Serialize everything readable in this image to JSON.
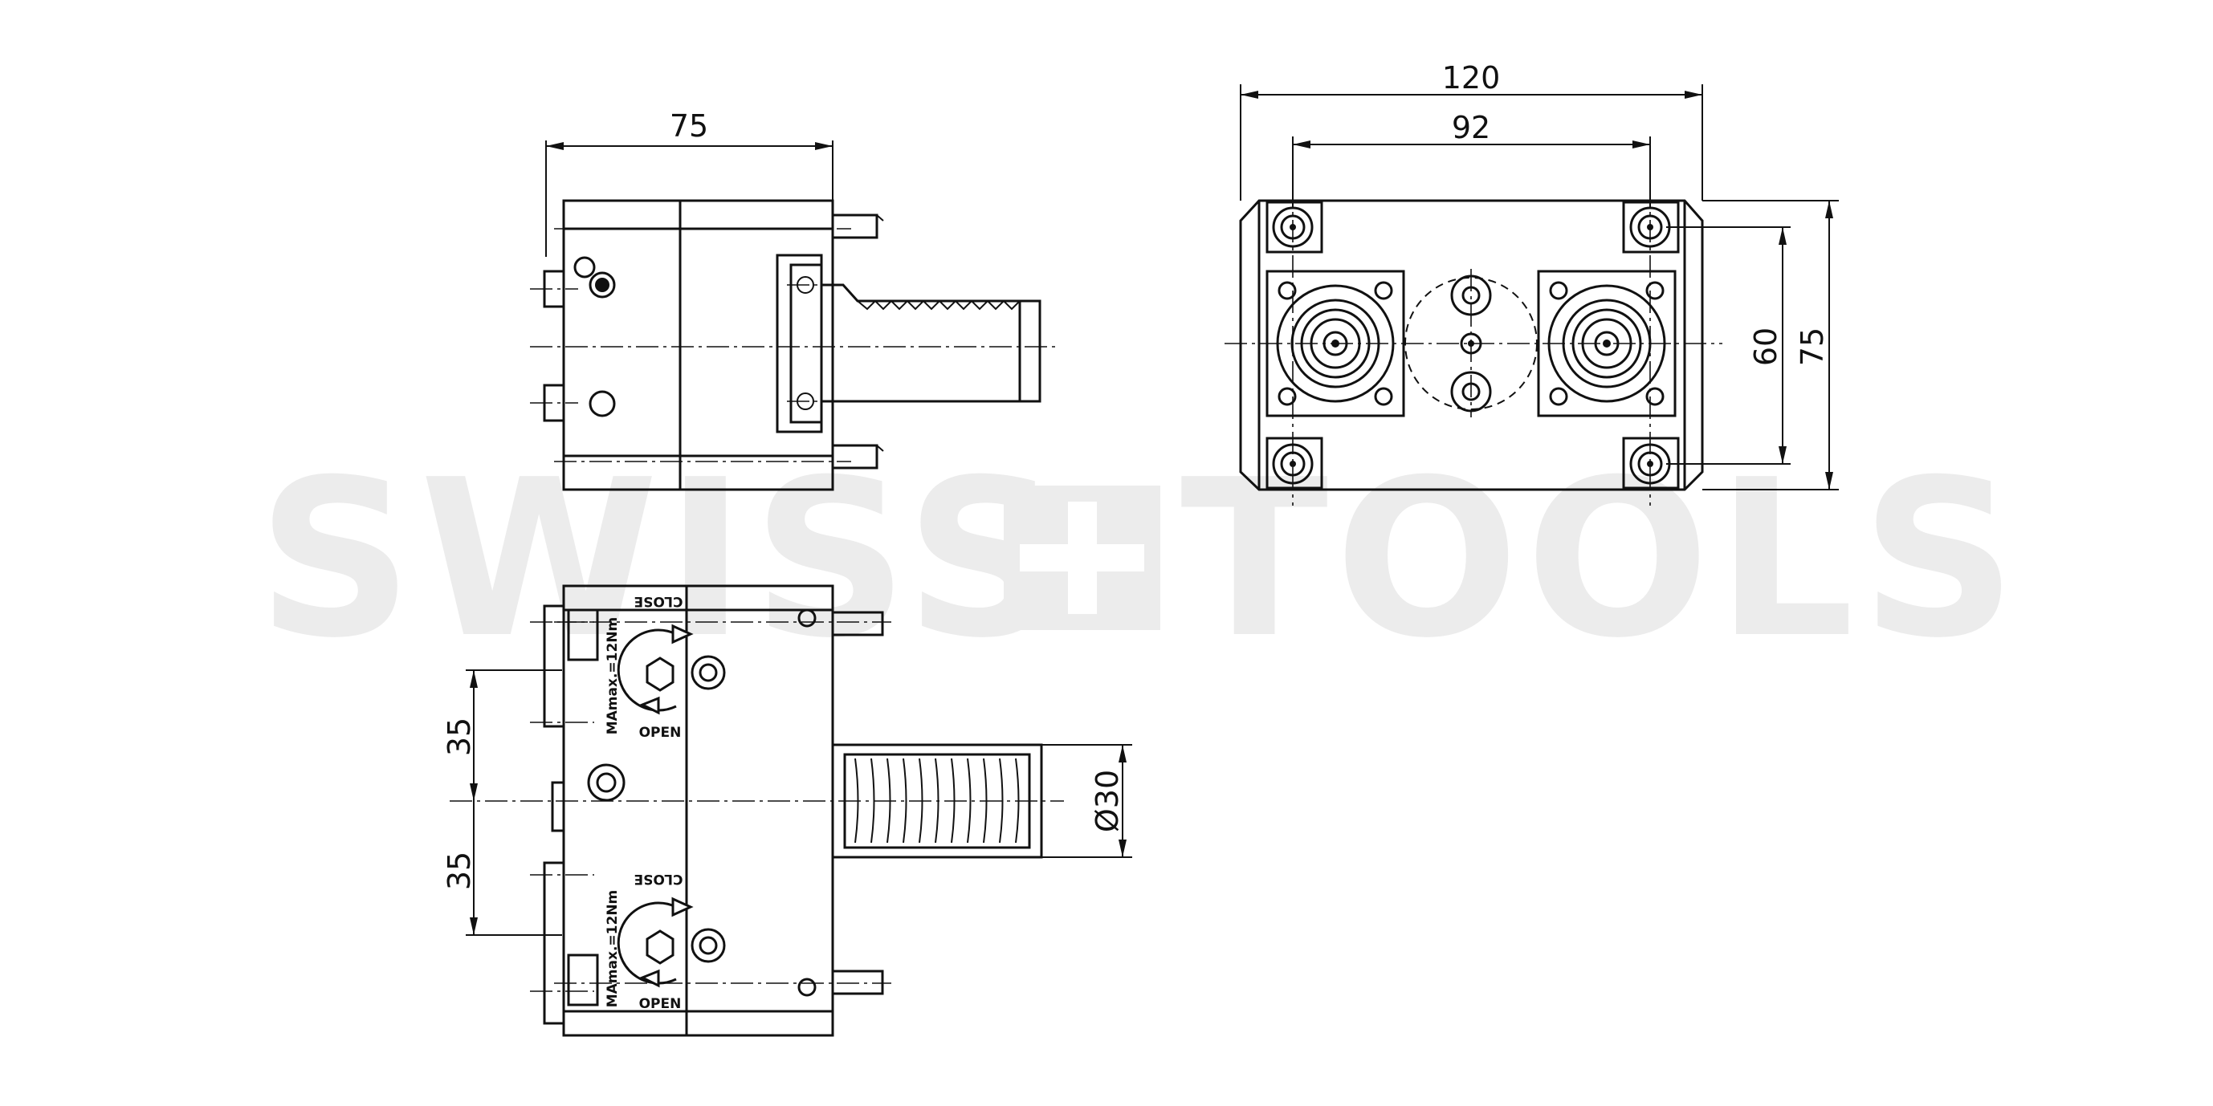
{
  "watermark": {
    "left_word": "SWISS",
    "right_word": "TOOLS",
    "color": "#ececec"
  },
  "dimensions": {
    "side_view_width": "75",
    "front_overall_width": "120",
    "front_bolt_spacing": "92",
    "front_bolt_height": "60",
    "front_overall_height": "75",
    "bottom_upper_offset": "35",
    "bottom_lower_offset": "35",
    "shank_diameter": "Ø30"
  },
  "labels": {
    "close_top": "CLOSE",
    "open_top": "OPEN",
    "torque_top": "MAmax.=12Nm",
    "close_bottom": "CLOSE",
    "open_bottom": "OPEN",
    "torque_bottom": "MAmax.=12Nm"
  }
}
